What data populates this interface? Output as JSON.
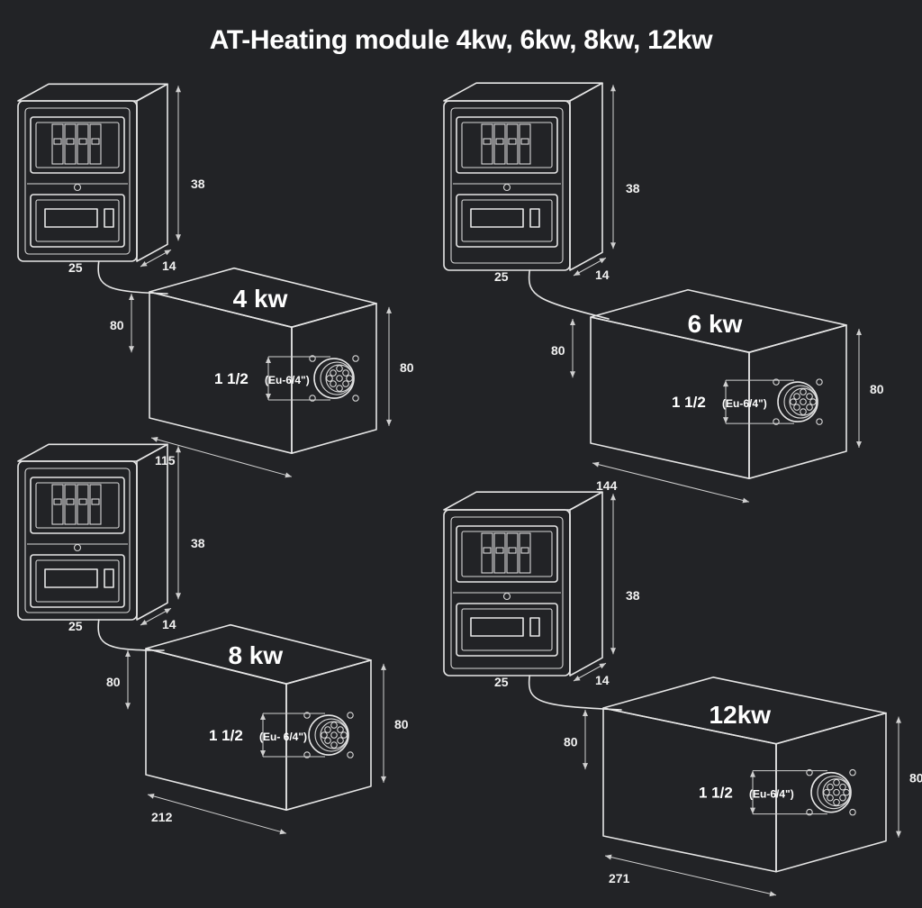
{
  "title": "AT-Heating module 4kw, 6kw, 8kw, 12kw",
  "modules": [
    {
      "power": "4 kw",
      "panel_height": "38",
      "panel_width": "25",
      "panel_depth": "14",
      "heater_height_left": "80",
      "heater_height_right": "80",
      "heater_length": "115",
      "connection_size": "1 1/2",
      "connection_note": "(Eu-6/4\")"
    },
    {
      "power": "6 kw",
      "panel_height": "38",
      "panel_width": "25",
      "panel_depth": "14",
      "heater_height_left": "80",
      "heater_height_right": "80",
      "heater_length": "144",
      "connection_size": "1 1/2",
      "connection_note": "(Eu-6/4\")"
    },
    {
      "power": "8 kw",
      "panel_height": "38",
      "panel_width": "25",
      "panel_depth": "14",
      "heater_height_left": "80",
      "heater_height_right": "80",
      "heater_length": "212",
      "connection_size": "1 1/2",
      "connection_note": "(Eu- 6/4\")"
    },
    {
      "power": "12kw",
      "panel_height": "38",
      "panel_width": "25",
      "panel_depth": "14",
      "heater_height_left": "80",
      "heater_height_right": "80",
      "heater_length": "271",
      "connection_size": "1 1/2",
      "connection_note": "(Eu-6/4\")"
    }
  ]
}
